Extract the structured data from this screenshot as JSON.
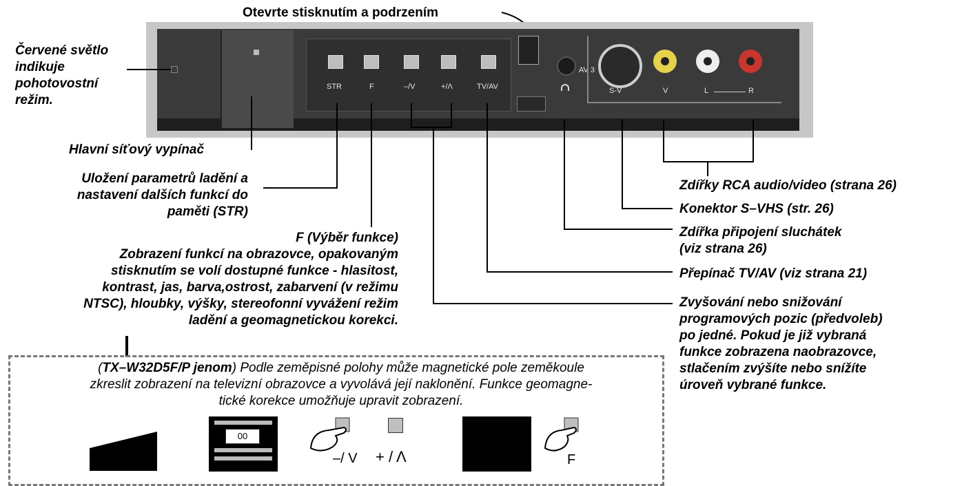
{
  "top_label": "Otevrte stisknutím a podrzením",
  "standby": [
    "Červené světlo",
    "indikuje",
    "pohotovostní",
    "režim."
  ],
  "main_switch": "Hlavní síťový vypínač",
  "str_label": [
    "Uložení parametrů ladění a",
    "nastavení dalších funkcí do",
    "paměti (STR)"
  ],
  "f_label": [
    "F (Výběr funkce)",
    "Zobrazení funkcí na obrazovce, opakovaným",
    "stisknutím se volí dostupné funkce - hlasitost,",
    "kontrast, jas, barva,ostrost, zabarvení (v režimu",
    "NTSC), hloubky, výšky, stereofonní vyvážení režim",
    "ladění a geomagnetickou korekci."
  ],
  "right_labels": {
    "rca": "Zdířky RCA audio/video (strana 26)",
    "svhs": "Konektor S–VHS (str. 26)",
    "headphones": [
      "Zdířka připojení sluchátek",
      "(viz strana 26)"
    ],
    "tvav": "Přepínač TV/AV (viz strana 21)",
    "updown": [
      "Zvyšování nebo snižování",
      "programových pozic (předvoleb)",
      "po jedné. Pokud je již vybraná",
      "funkce zobrazena naobrazovce,",
      "stlačením zvýšíte nebo snížíte",
      "úroveň vybrané funkce."
    ]
  },
  "panel_buttons": [
    "STR",
    "F",
    "–/V",
    "+/Λ",
    "TV/AV"
  ],
  "panel_jacks": {
    "av": "AV 3",
    "svhs": "S-V",
    "video": "V",
    "l": "L",
    "r": "R"
  },
  "note": [
    "(TX–W32D5F/P jenom) Podle zeměpisné polohy může magnetické pole zeměkoule",
    "zkreslit zobrazení na televizní obrazovce a vyvolává její naklonění. Funkce geomagne-",
    "tické korekce umožňuje upravit zobrazení."
  ],
  "note_model": "TX–W32D5F/P jenom",
  "osd_value": "00",
  "icon_labels": {
    "minus": "–/ V",
    "plus": "+ / Λ",
    "f": "F"
  }
}
